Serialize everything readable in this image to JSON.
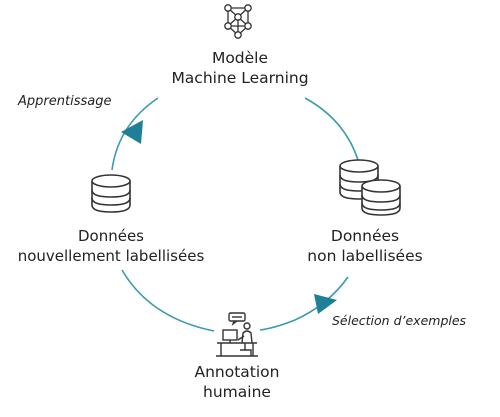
{
  "diagram": {
    "nodes": {
      "model": {
        "line1": "Modèle",
        "line2": "Machine Learning",
        "icon": "neural-network-icon"
      },
      "unlabeled": {
        "line1": "Données",
        "line2": "non labellisées",
        "icon": "database-stack-icon"
      },
      "annotation": {
        "line1": "Annotation",
        "line2": "humaine",
        "icon": "human-annotator-icon"
      },
      "newly_labeled": {
        "line1": "Données",
        "line2": "nouvellement labellisées",
        "icon": "database-icon"
      }
    },
    "edges": {
      "learning": "Apprentissage",
      "selection": "Sélection d’exemples"
    },
    "colors": {
      "cycle_line": "#3a9aae",
      "arrow": "#1f7f98",
      "icon": "#333333"
    }
  }
}
